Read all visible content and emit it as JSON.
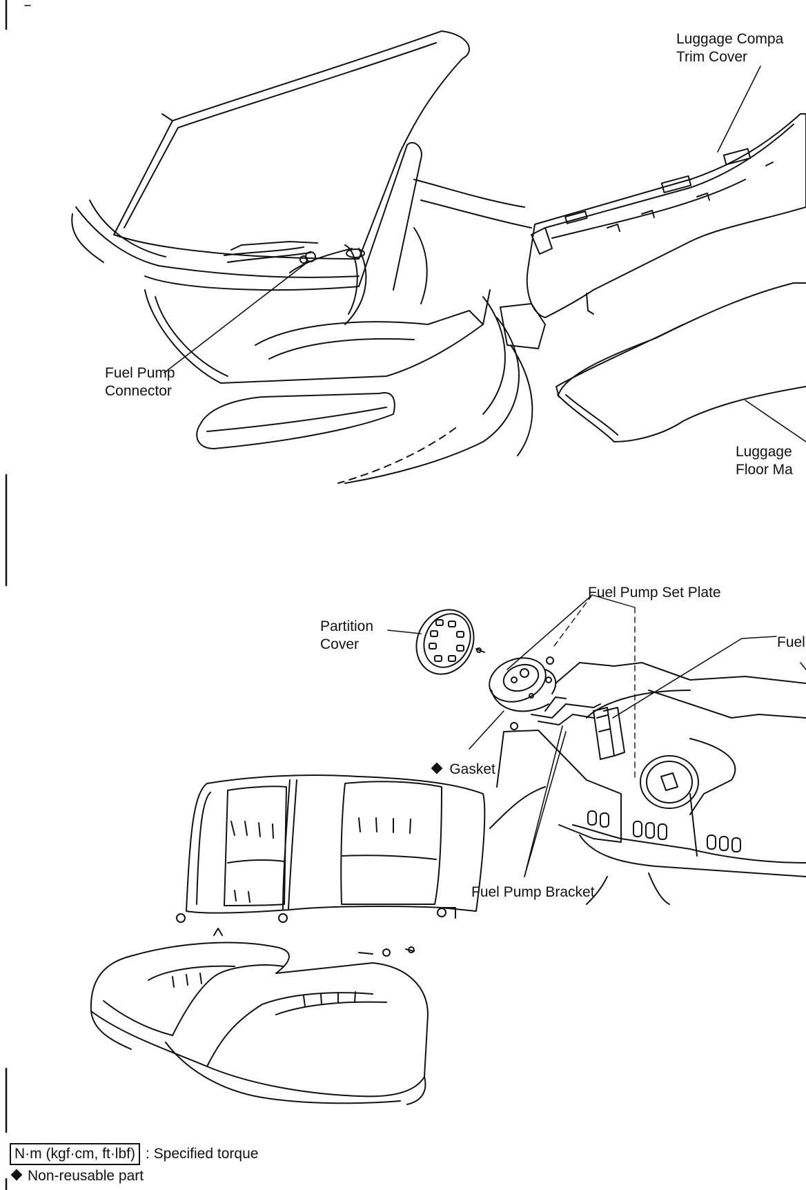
{
  "labels": {
    "trim_cover_line1": "Luggage Compa",
    "trim_cover_line2": "Trim Cover",
    "fuel_pump_connector_line1": "Fuel Pump",
    "fuel_pump_connector_line2": "Connector",
    "floor_mat_line1": "Luggage",
    "floor_mat_line2": "Floor Ma",
    "set_plate": "Fuel Pump Set Plate",
    "partition_cover_line1": "Partition",
    "partition_cover_line2": "Cover",
    "fuel_cut": "Fuel",
    "gasket": "Gasket",
    "bracket": "Fuel Pump Bracket"
  },
  "legend": {
    "torque_unit": "N·m (kgf·cm, ft·lbf)",
    "torque_desc": ": Specified torque",
    "non_reusable": "Non-reusable part"
  },
  "colors": {
    "ink": "#111111",
    "paper": "#ffffff"
  },
  "icons": {
    "non_reusable_marker": "diamond-icon"
  }
}
